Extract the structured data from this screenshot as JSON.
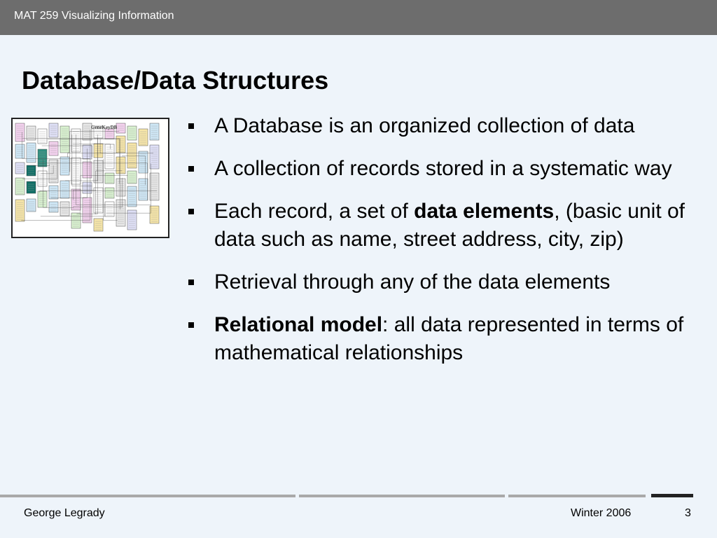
{
  "header": {
    "course_label": "MAT 259 Visualizing Information"
  },
  "slide": {
    "title": "Database/Data Structures",
    "figure": {
      "icon": "database-schema-diagram",
      "caption": "GeneKeyDB"
    },
    "bullets": [
      {
        "before": "A Database is an organized collection of data",
        "bold": "",
        "after": ""
      },
      {
        "before": "A collection of records stored in a systematic way",
        "bold": "",
        "after": ""
      },
      {
        "before": "Each record, a set of ",
        "bold": "data elements",
        "after": ", (basic unit of data such as name, street address, city, zip)"
      },
      {
        "before": "Retrieval through any of the data elements",
        "bold": "",
        "after": ""
      },
      {
        "before": "",
        "bold": "Relational model",
        "after": ": all data represented in terms of mathematical relationships"
      }
    ]
  },
  "footer": {
    "author": "George Legrady",
    "term": "Winter 2006",
    "page_number": "3"
  },
  "colors": {
    "header_bg": "#6d6d6d",
    "page_bg": "#eef4fa",
    "rule": "#a9a9a9",
    "rule_dark": "#222222"
  }
}
